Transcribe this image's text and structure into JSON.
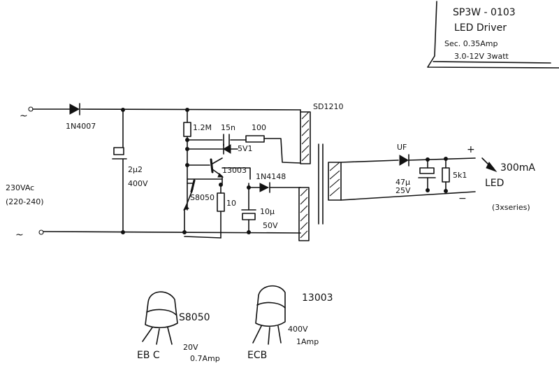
{
  "title_block": {
    "model": "SP3W - 0103",
    "name": "LED Driver",
    "spec1": "Sec. 0.35Amp",
    "spec2": "3.0-12V 3watt"
  },
  "input": {
    "voltage": "230VAc",
    "range": "(220-240)",
    "phase_symbol": "~",
    "neutral_symbol": "~"
  },
  "components": {
    "diode_in": "1N4007",
    "cap_in_value": "2μ2",
    "cap_in_voltage": "400V",
    "r_start": "1.2M",
    "c_feedback": "15n",
    "r_feedback": "100",
    "zener": "5V1",
    "q_main": "13003",
    "q_ctrl": "S8050",
    "r_emitter": "10",
    "diode_aux": "1N4148",
    "cap_aux_value": "10μ",
    "cap_aux_voltage": "50V",
    "transformer": "SD1210",
    "diode_out": "UF",
    "cap_out_value": "47μ",
    "cap_out_voltage": "25V",
    "r_load": "5k1",
    "plus": "+",
    "minus": "−"
  },
  "output": {
    "current": "300mA",
    "led": "LED",
    "config": "(3xseries)"
  },
  "pinouts": [
    {
      "part": "S8050",
      "pins": "EB C",
      "rating1": "20V",
      "rating2": "0.7Amp"
    },
    {
      "part": "13003",
      "pins": "ECB",
      "rating1": "400V",
      "rating2": "1Amp"
    }
  ]
}
